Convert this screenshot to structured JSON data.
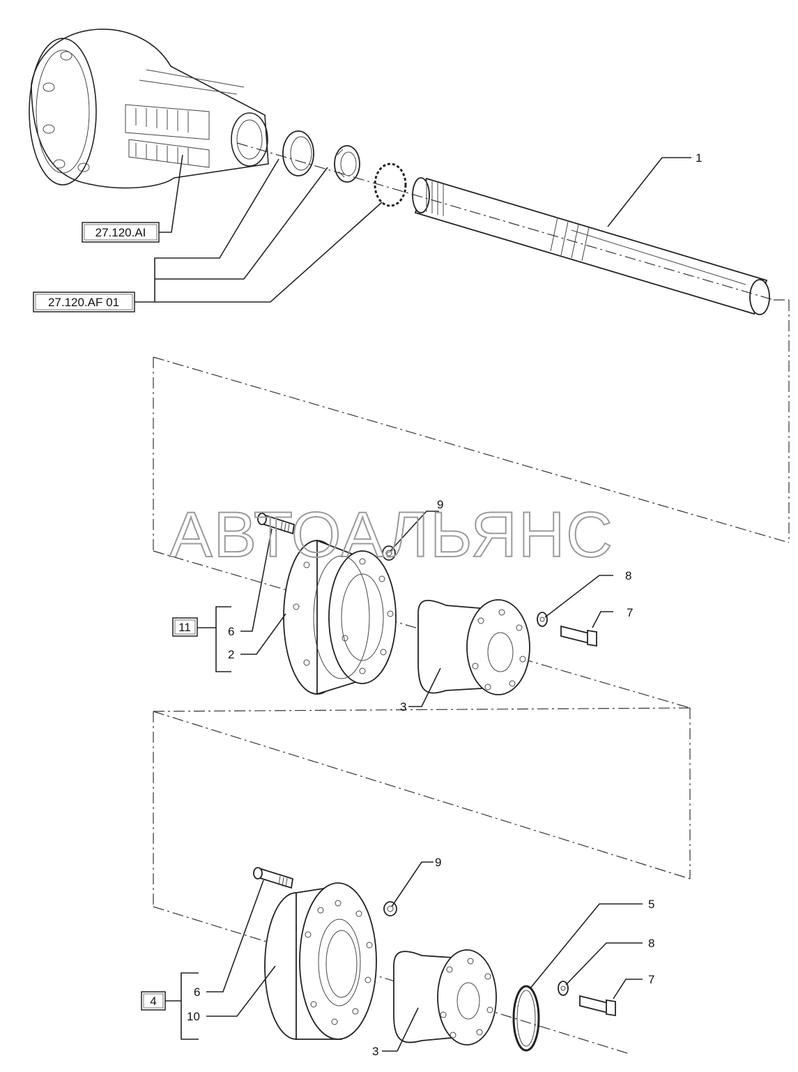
{
  "watermark": "АВТОАЛЬЯНС",
  "refs": {
    "housing": "27.120.AI",
    "bearing_group": "27.120.AF 01",
    "kit_upper": "11",
    "kit_lower": "4"
  },
  "callouts": {
    "c1": "1",
    "c2": "2",
    "c3a": "3",
    "c3b": "3",
    "c4": "4",
    "c5": "5",
    "c6a": "6",
    "c6b": "6",
    "c7a": "7",
    "c7b": "7",
    "c8a": "8",
    "c8b": "8",
    "c9a": "9",
    "c9b": "9",
    "c10": "10"
  }
}
